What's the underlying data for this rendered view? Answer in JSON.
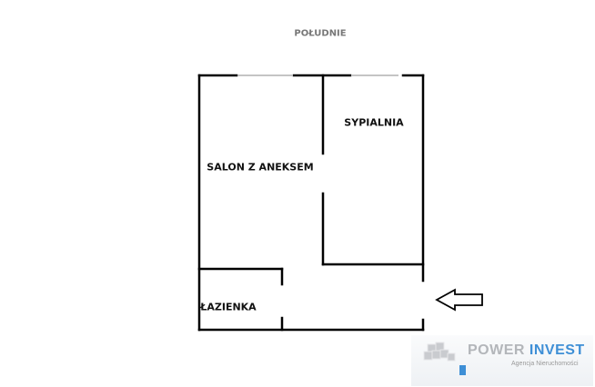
{
  "compass": {
    "direction": "POŁUDNIE"
  },
  "rooms": [
    {
      "id": "salon",
      "label": "SALON Z ANEKSEM"
    },
    {
      "id": "sypialnia",
      "label": "SYPIALNIA"
    },
    {
      "id": "lazienka",
      "label": "ŁAZIENKA"
    }
  ],
  "entrance": {
    "icon": "arrow-left-icon"
  },
  "logo": {
    "brand_part1": "POWER",
    "brand_part2": "INVEST",
    "tagline": "Agencja Nieruchomości",
    "accent_color": "#3e8fd6"
  },
  "colors": {
    "wall": "#000000",
    "window": "#a0a0a0"
  }
}
